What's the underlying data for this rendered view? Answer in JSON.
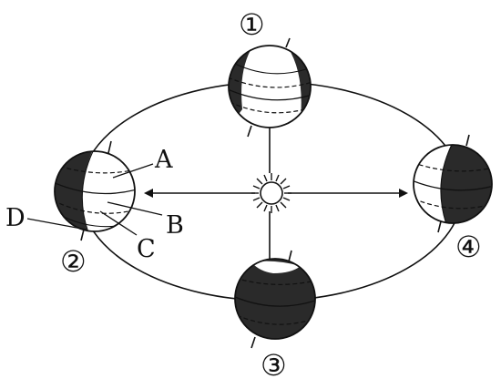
{
  "diagram": {
    "positions": [
      {
        "id": "1",
        "label": "①"
      },
      {
        "id": "2",
        "label": "②"
      },
      {
        "id": "3",
        "label": "③"
      },
      {
        "id": "4",
        "label": "④"
      }
    ],
    "point_labels": {
      "A": "A",
      "B": "B",
      "C": "C",
      "D": "D"
    },
    "colors": {
      "ink": "#111111",
      "night_side": "#2a2a2a",
      "day_side": "#ffffff",
      "background": "#ffffff"
    },
    "center_object": "sun-icon"
  }
}
